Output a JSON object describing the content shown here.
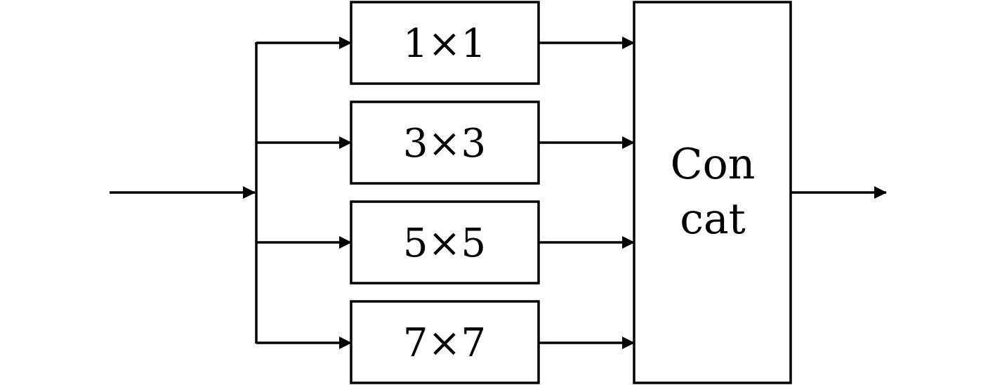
{
  "diagram": {
    "branches": [
      {
        "label": "1×1"
      },
      {
        "label": "3×3"
      },
      {
        "label": "5×5"
      },
      {
        "label": "7×7"
      }
    ],
    "concat": {
      "line1": "Con",
      "line2": "cat"
    },
    "colors": {
      "stroke": "#000000",
      "fill": "#ffffff"
    }
  }
}
